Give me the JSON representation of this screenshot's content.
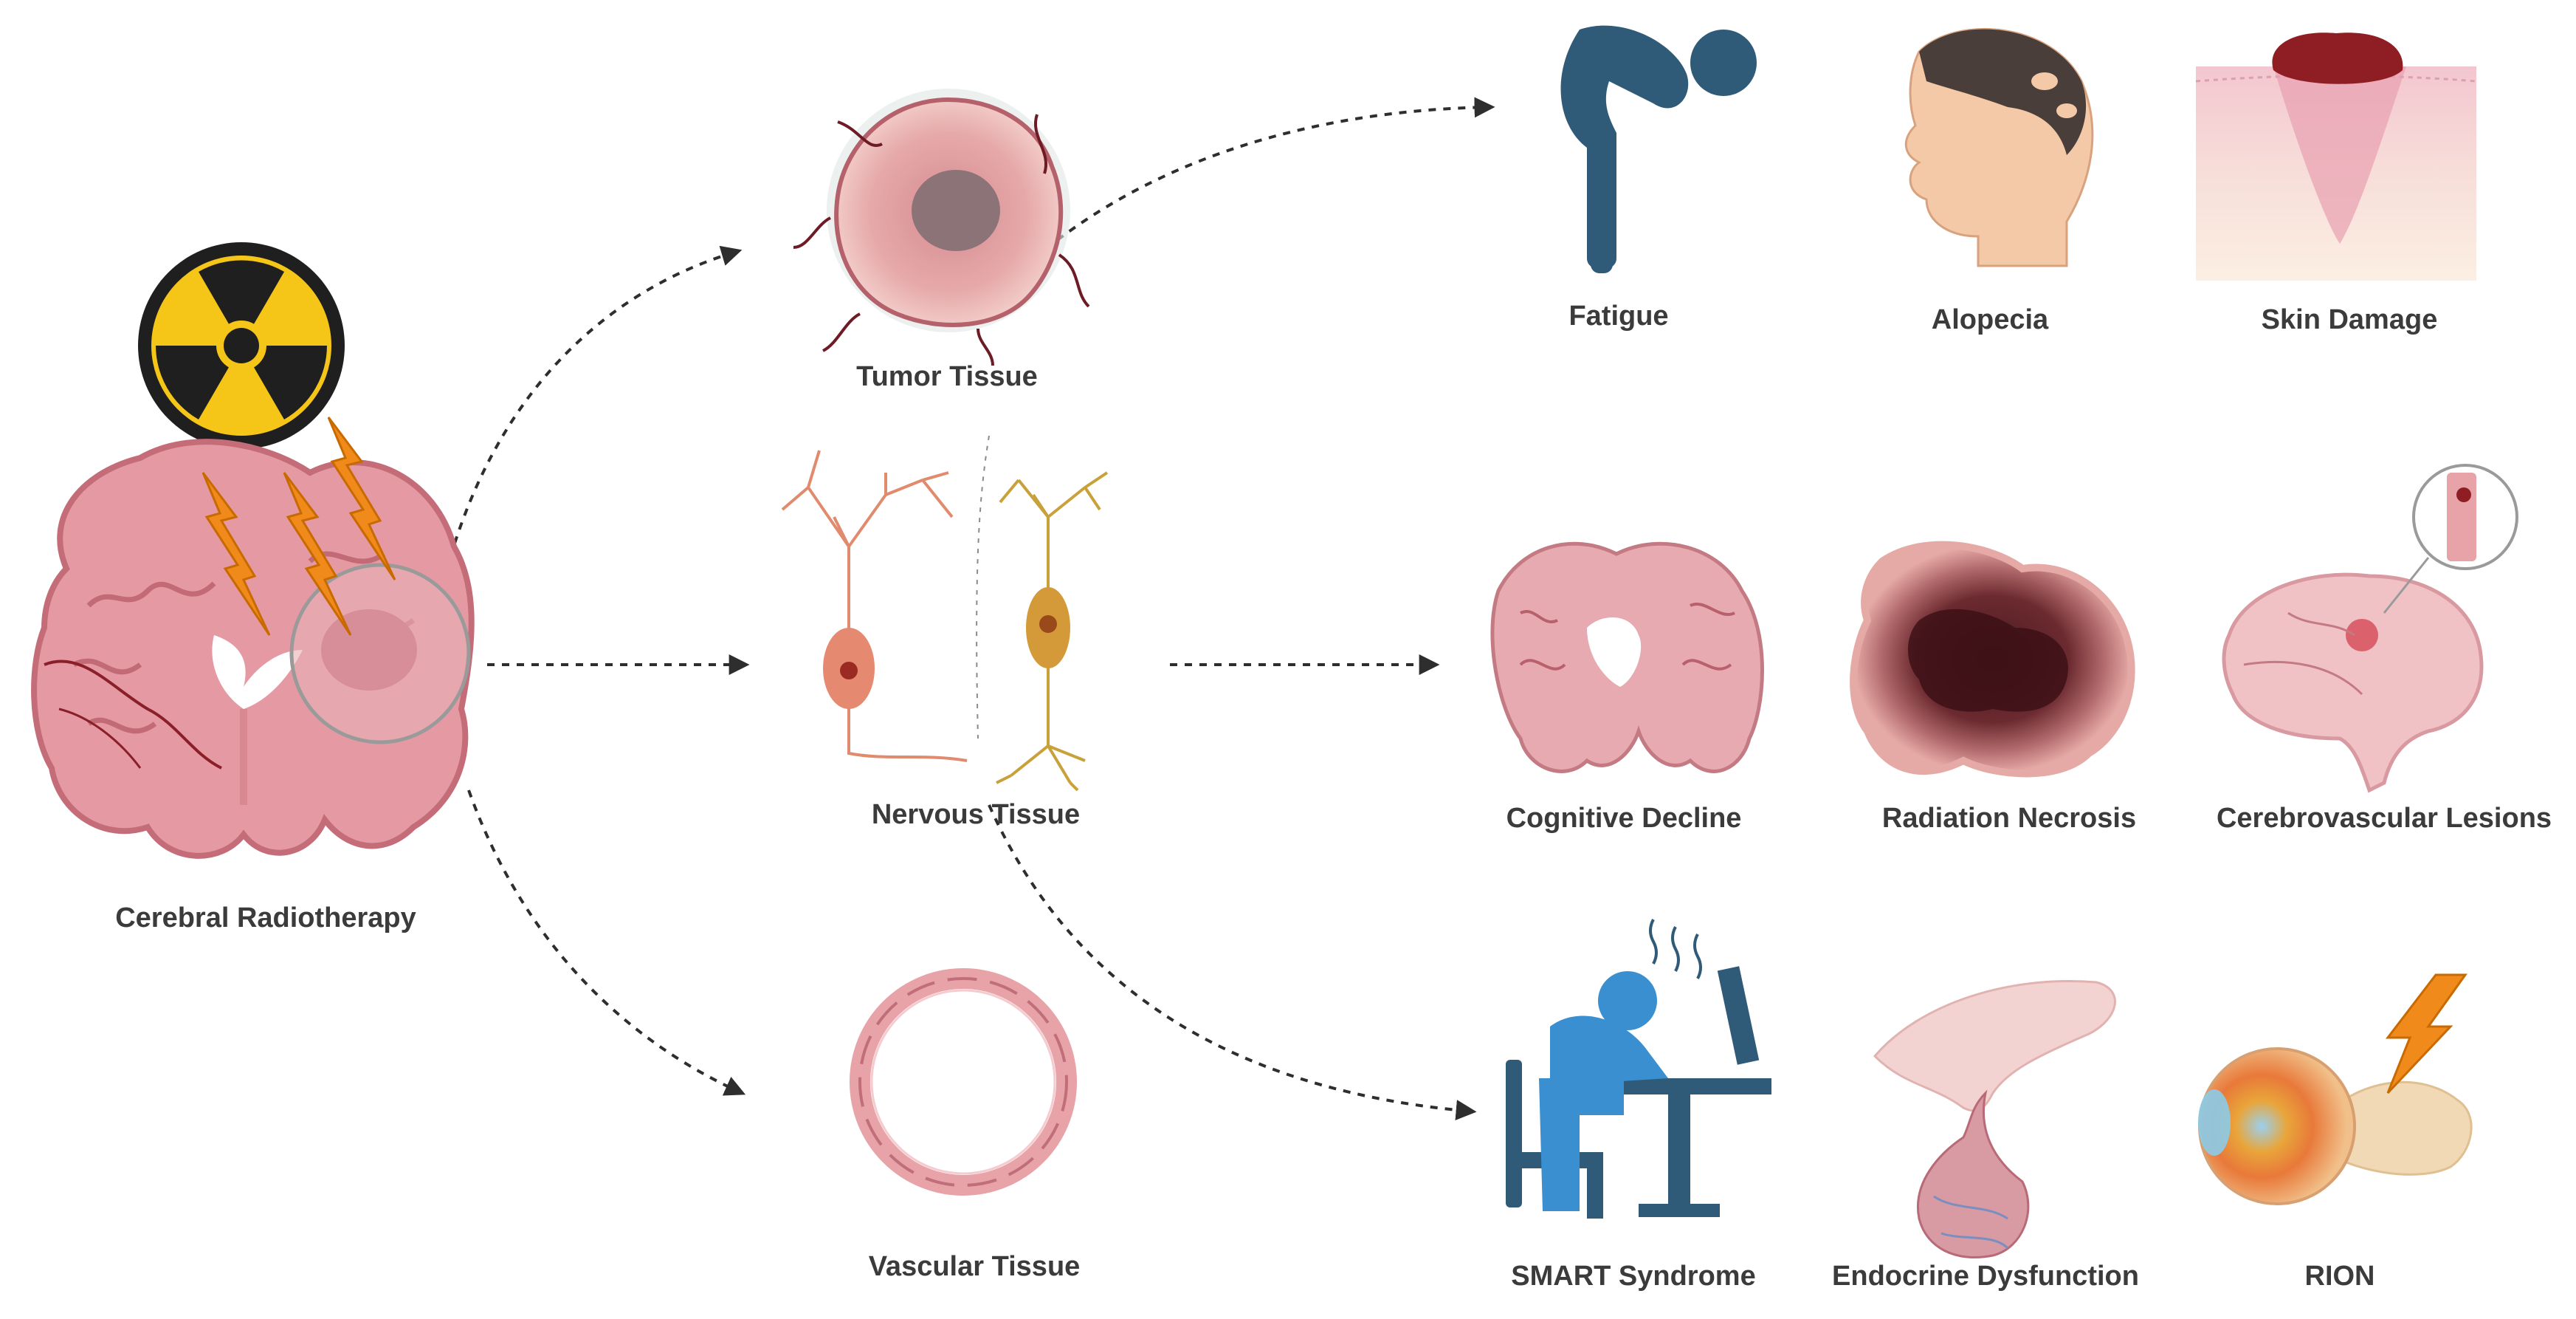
{
  "source": {
    "label": "Cerebral Radiotherapy",
    "icon": "radiation-hazard-icon"
  },
  "tissues": [
    {
      "id": "tumor",
      "label": "Tumor Tissue",
      "icon": "tumor-tissue-icon"
    },
    {
      "id": "nervous",
      "label": "Nervous Tissue",
      "icon": "neurons-icon"
    },
    {
      "id": "vascular",
      "label": "Vascular Tissue",
      "icon": "blood-vessel-ring-icon"
    }
  ],
  "effects": {
    "row1": [
      {
        "label": "Fatigue",
        "icon": "fatigued-person-icon"
      },
      {
        "label": "Alopecia",
        "icon": "head-hair-loss-icon"
      },
      {
        "label": "Skin Damage",
        "icon": "skin-section-icon"
      }
    ],
    "row2": [
      {
        "label": "Cognitive Decline",
        "icon": "brain-coronal-section-icon"
      },
      {
        "label": "Radiation Necrosis",
        "icon": "necrotic-lesion-icon"
      },
      {
        "label": "Cerebrovascular Lesions",
        "icon": "brain-with-vessel-lesion-icon"
      }
    ],
    "row3": [
      {
        "label": "SMART Syndrome",
        "icon": "person-headache-at-desk-icon"
      },
      {
        "label": "Endocrine Dysfunction",
        "icon": "pituitary-gland-icon"
      },
      {
        "label": "RION",
        "icon": "eye-optic-nerve-lightning-icon"
      }
    ]
  },
  "colors": {
    "arrow": "#2e2e2e",
    "lightning": "#f08a1a",
    "radiation_yellow": "#f5c518",
    "tissue_pink": "#e7a3a8",
    "figure_blue": "#2f5b78",
    "figure_lightblue": "#3a8fd0"
  }
}
